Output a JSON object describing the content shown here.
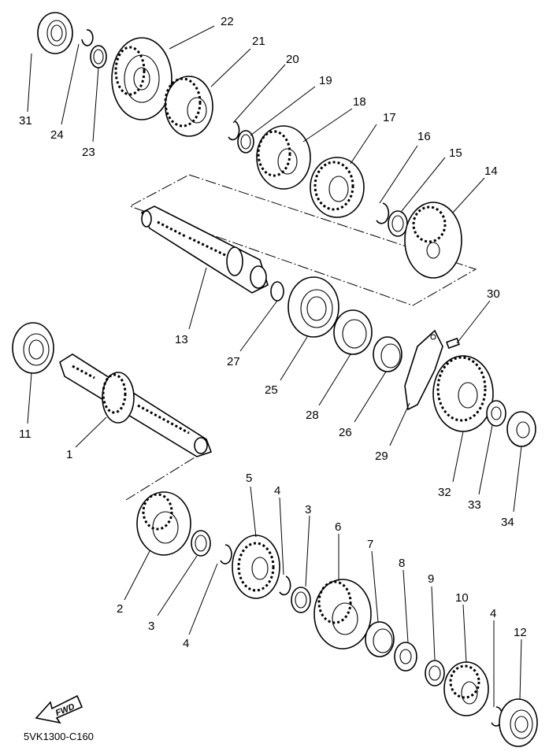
{
  "diagram_code": "5VK1300-C160",
  "fwd_label": "FWD",
  "callouts": {
    "p1": "1",
    "p2": "2",
    "p3a": "3",
    "p3b": "3",
    "p4a": "4",
    "p4b": "4",
    "p4c": "4",
    "p5": "5",
    "p6": "6",
    "p7": "7",
    "p8": "8",
    "p9": "9",
    "p10": "10",
    "p11": "11",
    "p12": "12",
    "p13": "13",
    "p14": "14",
    "p15": "15",
    "p16": "16",
    "p17": "17",
    "p18": "18",
    "p19": "19",
    "p20": "20",
    "p21": "21",
    "p22": "22",
    "p23": "23",
    "p24": "24",
    "p25": "25",
    "p26": "26",
    "p27": "27",
    "p28": "28",
    "p29": "29",
    "p30": "30",
    "p31": "31",
    "p32": "32",
    "p33": "33",
    "p34": "34"
  }
}
